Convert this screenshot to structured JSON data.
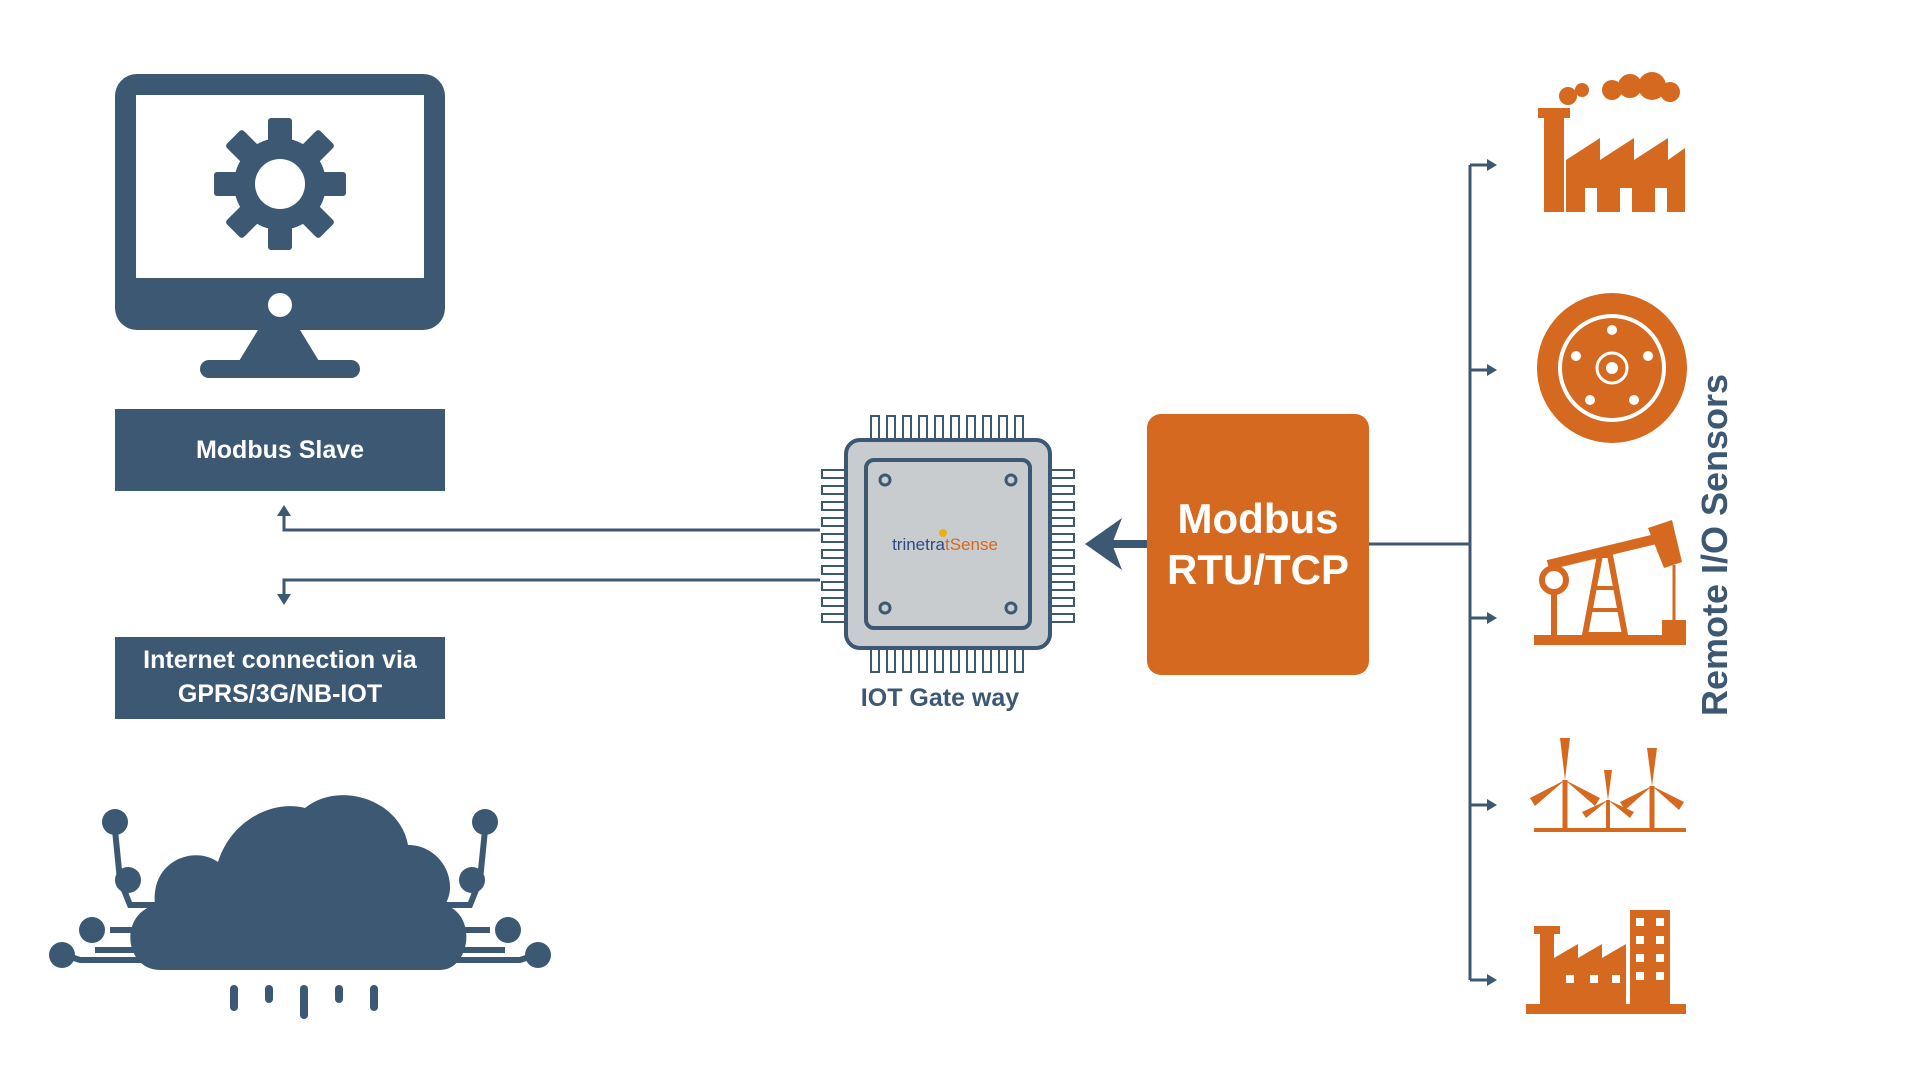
{
  "labels": {
    "modbus_slave": "Modbus Slave",
    "internet_line1": "Internet connection via",
    "internet_line2": "GPRS/3G/NB-IOT",
    "modbus_line1": "Modbus",
    "modbus_line2": "RTU/TCP",
    "gateway": "IOT Gate way",
    "remote_sensors": "Remote I/O Sensors",
    "chip_brand_1": "trinetra",
    "chip_brand_2": "tSense"
  },
  "colors": {
    "navy": "#3c5873",
    "orange": "#d4691f",
    "chip_gray": "#c9ccce",
    "line": "#3c5873"
  },
  "icons": {
    "computer": "monitor-gear-icon",
    "cloud": "cloud-network-icon",
    "chip": "microchip-icon",
    "sensors": [
      "factory-smoke-icon",
      "turbine-disc-icon",
      "oil-pump-icon",
      "wind-turbines-icon",
      "industrial-plant-icon"
    ]
  }
}
